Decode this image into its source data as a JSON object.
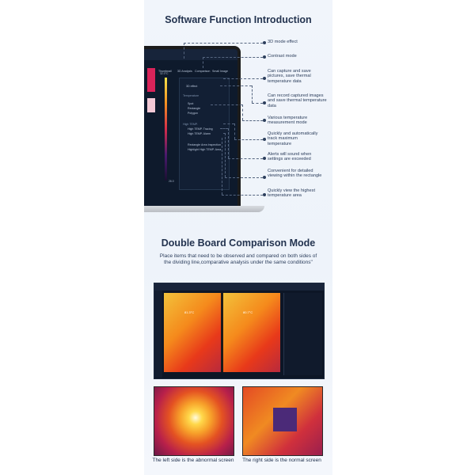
{
  "section1": {
    "title": "Software Function Introduction",
    "tabs": [
      "Thumbnail",
      "3D Analysis",
      "Comparison",
      "Small Image"
    ],
    "menu_items": [
      "3D effect",
      "Spot",
      "Rectangle",
      "Polygon",
      "High TEMP. Tracing",
      "High TEMP. Alarm",
      "Rectangle Area Inspection",
      "Highlight High TEMP. Area"
    ],
    "menu_headers": [
      "Temperature",
      "High TEMP."
    ],
    "scale_top": "32.0°C",
    "scale_bottom": "26.0",
    "annotations": [
      "3D mode effect",
      "Contrast mode",
      "Can capture and save pictures, save thermal temperature data",
      "Can record captured images and save thermal temperature data",
      "Various temperature measurement mode",
      "Quickly and automatically track maximum temperature",
      "Alerts will sound when settings are exceeded",
      "Convenient for detailed viewing within the rectangle",
      "Quickly view the highest temperature area"
    ]
  },
  "section2": {
    "title": "Double Board Comparison Mode",
    "description": "Place items that need to be observed and compared on both sides of the dividing line,comparative analysis under the same conditions\"",
    "app_labels": {
      "left_temp": "81.3°C",
      "right_temp": "80.7°C"
    },
    "captions": {
      "left": "The left side is the abnormal screen",
      "right": "The right side is the normal screen"
    }
  }
}
